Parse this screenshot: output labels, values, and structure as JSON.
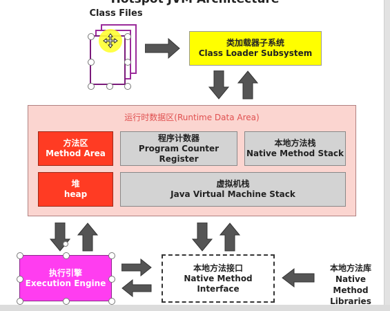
{
  "header": {
    "title": "Hotspot JVM Architecture"
  },
  "class_files": {
    "label": "Class Files"
  },
  "class_loader": {
    "line1": "类加载器子系统",
    "line2": "Class Loader Subsystem"
  },
  "runtime": {
    "title": "运行时数据区(Runtime Data Area)",
    "method_area": {
      "line1": "方法区",
      "line2": "Method Area"
    },
    "pc_register": {
      "line1": "程序计数器",
      "line2": "Program Counter Register"
    },
    "native_stack": {
      "line1": "本地方法栈",
      "line2": "Native Method Stack"
    },
    "heap": {
      "line1": "堆",
      "line2": "heap"
    },
    "jvm_stack": {
      "line1": "虚拟机栈",
      "line2": "Java Virtual Machine Stack"
    }
  },
  "execution_engine": {
    "line1": "执行引擎",
    "line2": "Execution Engine"
  },
  "native_interface": {
    "line1": "本地方法接口",
    "line2": "Native Method Interface"
  },
  "native_libs": {
    "line1": "本地方法库",
    "line2": "Native Method",
    "line3": "Libraries"
  },
  "colors": {
    "loader": "#ffff00",
    "runtime_bg": "#fbd5d0",
    "red_box": "#ff3b23",
    "grey_box": "#d3d3d3",
    "exec_engine": "#ff3df0",
    "arrow": "#555555",
    "doc_border": "#9a2a9a"
  }
}
